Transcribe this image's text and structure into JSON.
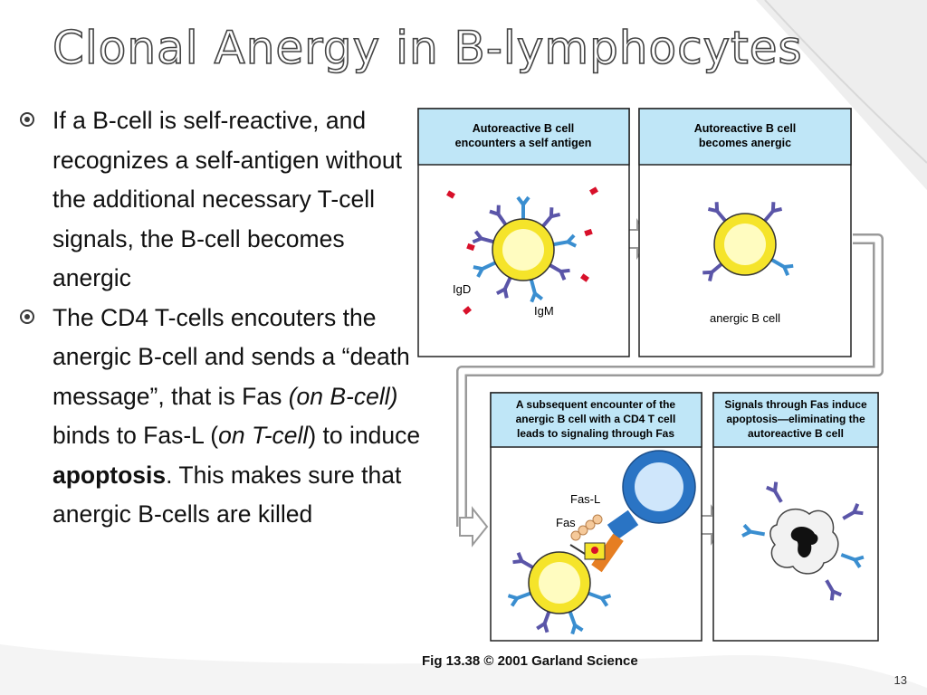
{
  "slide": {
    "title": "Clonal Anergy in B-lymphocytes",
    "page_number": "13",
    "bullets": [
      {
        "text": "If a B-cell is self-reactive, and recognizes a self-antigen without the additional necessary T-cell signals, the B-cell becomes anergic"
      },
      {
        "part1": "The CD4 T-cells encouters the anergic B-cell and sends a “death message”, that is Fas ",
        "part2_italic": "(on B-cell)",
        "part3": " binds to Fas-L (",
        "part4_italic": "on T-cell",
        "part5": ") to induce ",
        "part6_bold": "apoptosis",
        "part7": ". This makes sure that anergic B-cells are killed"
      }
    ]
  },
  "figure": {
    "panels": [
      {
        "header_line1": "Autoreactive B cell",
        "header_line2": "encounters a self antigen",
        "header_line3": ""
      },
      {
        "header_line1": "Autoreactive B cell",
        "header_line2": "becomes anergic",
        "header_line3": ""
      },
      {
        "header_line1": "A subsequent encounter of the",
        "header_line2": "anergic B cell with a CD4 T cell",
        "header_line3": "leads to signaling through Fas"
      },
      {
        "header_line1": "Signals through Fas induce",
        "header_line2": "apoptosis—eliminating the",
        "header_line3": "autoreactive B cell"
      }
    ],
    "labels": {
      "igd": "IgD",
      "igm": "IgM",
      "anergic": "anergic B cell",
      "fasl": "Fas-L",
      "fas": "Fas"
    },
    "caption": "Fig 13.38  © 2001 Garland Science",
    "colors": {
      "header_bg": "#bfe6f7",
      "cell_yellow": "#f5e42a",
      "cell_inner": "#fffcc0",
      "receptor_purple": "#5a55a8",
      "receptor_blue": "#3a8ed0",
      "antigen_red": "#d8102a",
      "tcell_blue": "#2a74c4",
      "arrow_gray": "#9a9a9a"
    }
  }
}
